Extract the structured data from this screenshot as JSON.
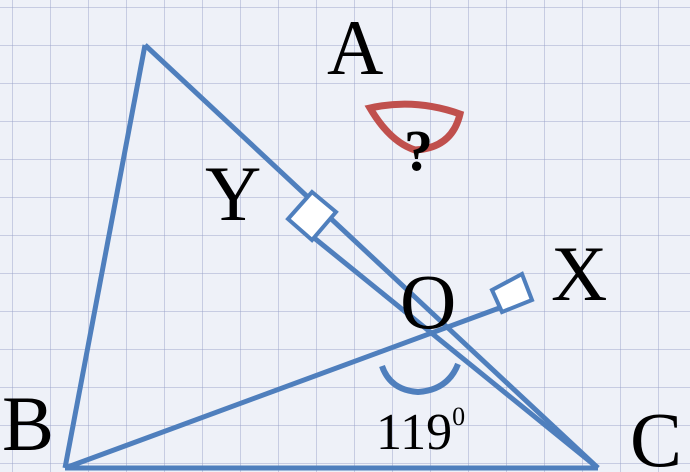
{
  "labels": {
    "A": "A",
    "B": "B",
    "C": "C",
    "O": "O",
    "X": "X",
    "Y": "Y",
    "unknown_angle": "?",
    "angle_value": "119",
    "degree_mark": "0"
  },
  "colors": {
    "line": "#4f7fbd",
    "unknown_arc": "#c0504d",
    "known_arc": "#4f7fbd",
    "grid_background": "#eef1f8"
  }
}
